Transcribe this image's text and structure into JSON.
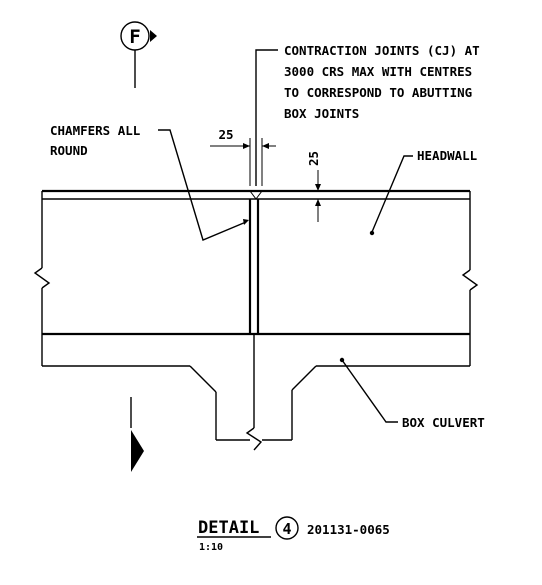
{
  "grid_marker": {
    "label": "F"
  },
  "notes": {
    "contraction_joints": [
      "CONTRACTION JOINTS (CJ) AT",
      "3000 CRS MAX WITH CENTRES",
      "TO CORRESPOND TO ABUTTING",
      "BOX JOINTS"
    ],
    "chamfers": [
      "CHAMFERS ALL",
      "ROUND"
    ],
    "headwall": "HEADWALL",
    "box_culvert": "BOX CULVERT"
  },
  "dimensions": {
    "joint_width": "25",
    "chamfer_depth": "25"
  },
  "title_block": {
    "detail_label": "DETAIL",
    "detail_number": "4",
    "drawing_ref": "201131-0065",
    "scale": "1:10"
  }
}
